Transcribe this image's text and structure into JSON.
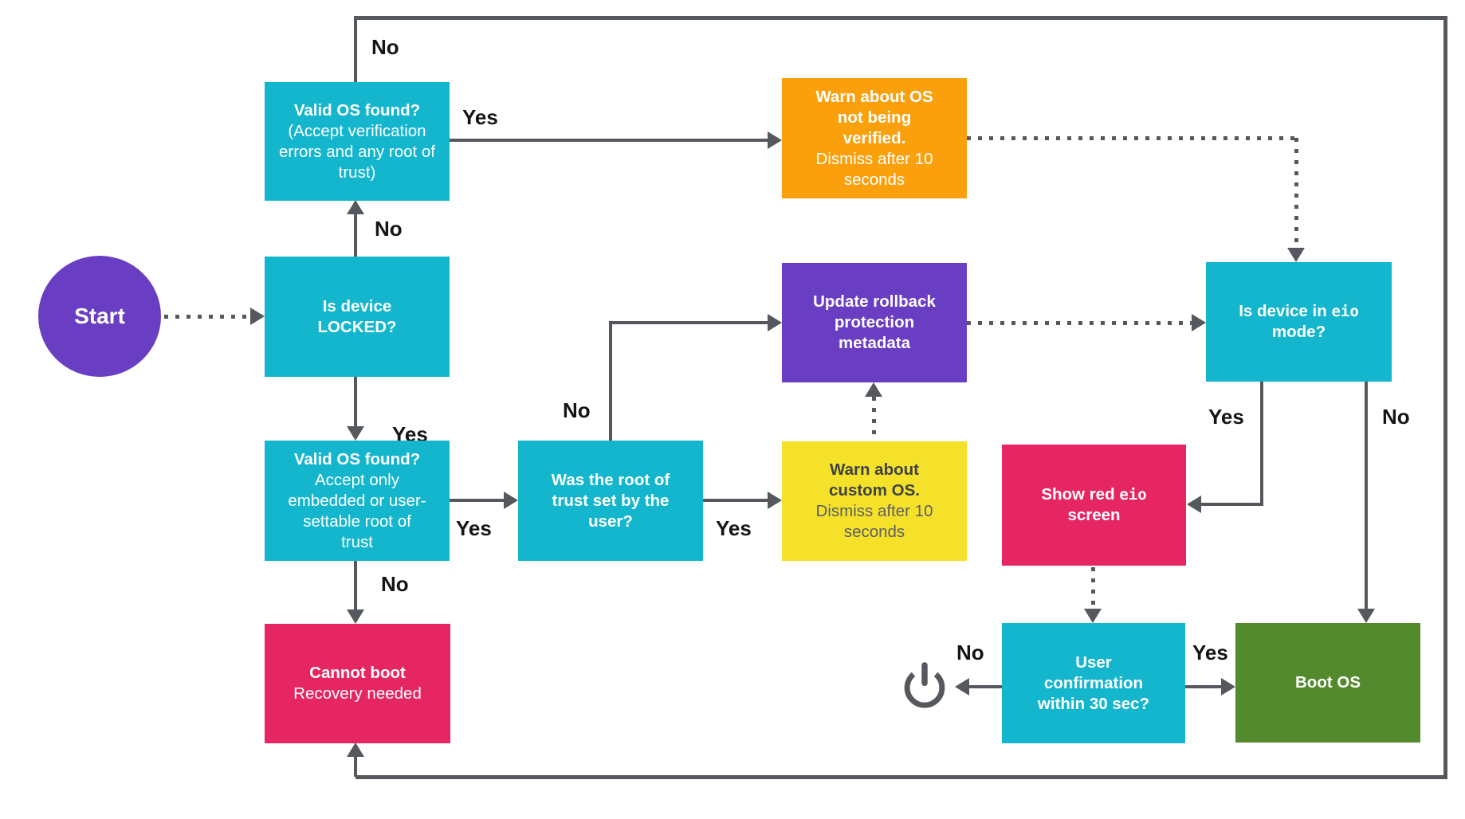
{
  "diagram": {
    "type": "flowchart",
    "colors": {
      "cyan": "#14B6CD",
      "orange": "#F9A00C",
      "yellow": "#F5E129",
      "pink": "#E62563",
      "green": "#538A2E",
      "purple": "#6A3EC2",
      "connector_gray": "#55585C",
      "label_text": "#151515"
    },
    "nodes": {
      "start": {
        "label": "Start"
      },
      "valid_os_top": {
        "title": "Valid OS found?",
        "subtitle": "(Accept verification errors and any root of trust)"
      },
      "is_locked": {
        "title": "Is device LOCKED?"
      },
      "valid_os_mid": {
        "title": "Valid OS found?",
        "subtitle": "Accept only embedded or user-settable root of trust"
      },
      "root_of_trust": {
        "title": "Was the root of trust set by the user?"
      },
      "warn_not_verified": {
        "title": "Warn about OS not being verified.",
        "subtitle": "Dismiss after 10 seconds"
      },
      "update_rollback": {
        "title": "Update rollback protection metadata"
      },
      "warn_custom_os": {
        "title": "Warn about custom OS.",
        "subtitle": "Dismiss after 10 seconds"
      },
      "eio_mode": {
        "pre": "Is device in ",
        "mono": "eio",
        "post": " mode?"
      },
      "show_red_eio": {
        "pre": "Show red ",
        "mono": "eio",
        "post": " screen"
      },
      "cannot_boot": {
        "title": "Cannot boot",
        "subtitle": "Recovery needed"
      },
      "user_confirmation": {
        "title": "User confirmation within 30 sec?"
      },
      "boot_os": {
        "title": "Boot OS"
      }
    },
    "edge_labels": {
      "valid_os_top_no": "No",
      "valid_os_top_yes": "Yes",
      "is_locked_no": "No",
      "is_locked_yes": "Yes",
      "valid_os_mid_no": "No",
      "valid_os_mid_yes": "Yes",
      "root_of_trust_no": "No",
      "root_of_trust_yes": "Yes",
      "eio_mode_yes": "Yes",
      "eio_mode_no": "No",
      "user_confirmation_no": "No",
      "user_confirmation_yes": "Yes"
    },
    "edges": [
      {
        "from": "start",
        "to": "is_locked",
        "style": "dotted"
      },
      {
        "from": "is_locked",
        "to": "valid_os_top",
        "label": "No",
        "style": "solid"
      },
      {
        "from": "is_locked",
        "to": "valid_os_mid",
        "label": "Yes",
        "style": "solid"
      },
      {
        "from": "valid_os_top",
        "to": "cannot_boot",
        "label": "No",
        "style": "solid"
      },
      {
        "from": "valid_os_top",
        "to": "warn_not_verified",
        "label": "Yes",
        "style": "solid"
      },
      {
        "from": "warn_not_verified",
        "to": "eio_mode",
        "style": "dotted"
      },
      {
        "from": "valid_os_mid",
        "to": "cannot_boot",
        "label": "No",
        "style": "solid"
      },
      {
        "from": "valid_os_mid",
        "to": "root_of_trust",
        "label": "Yes",
        "style": "solid"
      },
      {
        "from": "root_of_trust",
        "to": "update_rollback",
        "label": "No",
        "style": "solid"
      },
      {
        "from": "root_of_trust",
        "to": "warn_custom_os",
        "label": "Yes",
        "style": "solid"
      },
      {
        "from": "warn_custom_os",
        "to": "update_rollback",
        "style": "dotted"
      },
      {
        "from": "update_rollback",
        "to": "eio_mode",
        "style": "dotted"
      },
      {
        "from": "eio_mode",
        "to": "show_red_eio",
        "label": "Yes",
        "style": "solid"
      },
      {
        "from": "eio_mode",
        "to": "boot_os",
        "label": "No",
        "style": "solid"
      },
      {
        "from": "show_red_eio",
        "to": "user_confirmation",
        "style": "dotted"
      },
      {
        "from": "user_confirmation",
        "to": "power_off",
        "label": "No",
        "style": "solid"
      },
      {
        "from": "user_confirmation",
        "to": "boot_os",
        "label": "Yes",
        "style": "solid"
      }
    ]
  }
}
